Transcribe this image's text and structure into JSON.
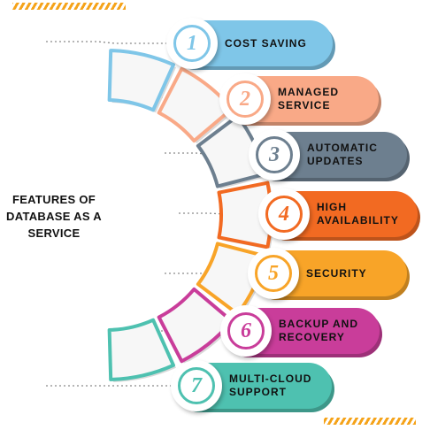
{
  "title": {
    "lines": [
      "FEATURES OF",
      "DATABASE AS A",
      "SERVICE"
    ]
  },
  "features": [
    {
      "number": "1",
      "lines": [
        "COST SAVING"
      ],
      "color": "#7fc6e8"
    },
    {
      "number": "2",
      "lines": [
        "MANAGED",
        "SERVICE"
      ],
      "color": "#f9a987"
    },
    {
      "number": "3",
      "lines": [
        "AUTOMATIC",
        "UPDATES"
      ],
      "color": "#6d7f8f"
    },
    {
      "number": "4",
      "lines": [
        "HIGH",
        "AVAILABILITY"
      ],
      "color": "#f26a22"
    },
    {
      "number": "5",
      "lines": [
        "SECURITY"
      ],
      "color": "#f8a428"
    },
    {
      "number": "6",
      "lines": [
        "BACKUP AND",
        "RECOVERY"
      ],
      "color": "#c93d9a"
    },
    {
      "number": "7",
      "lines": [
        "MULTI-CLOUD",
        "SUPPORT"
      ],
      "color": "#4ec1b0"
    }
  ],
  "accent_colors": {
    "stripes": "#f5a31a",
    "connector": "#8a8a8a"
  }
}
